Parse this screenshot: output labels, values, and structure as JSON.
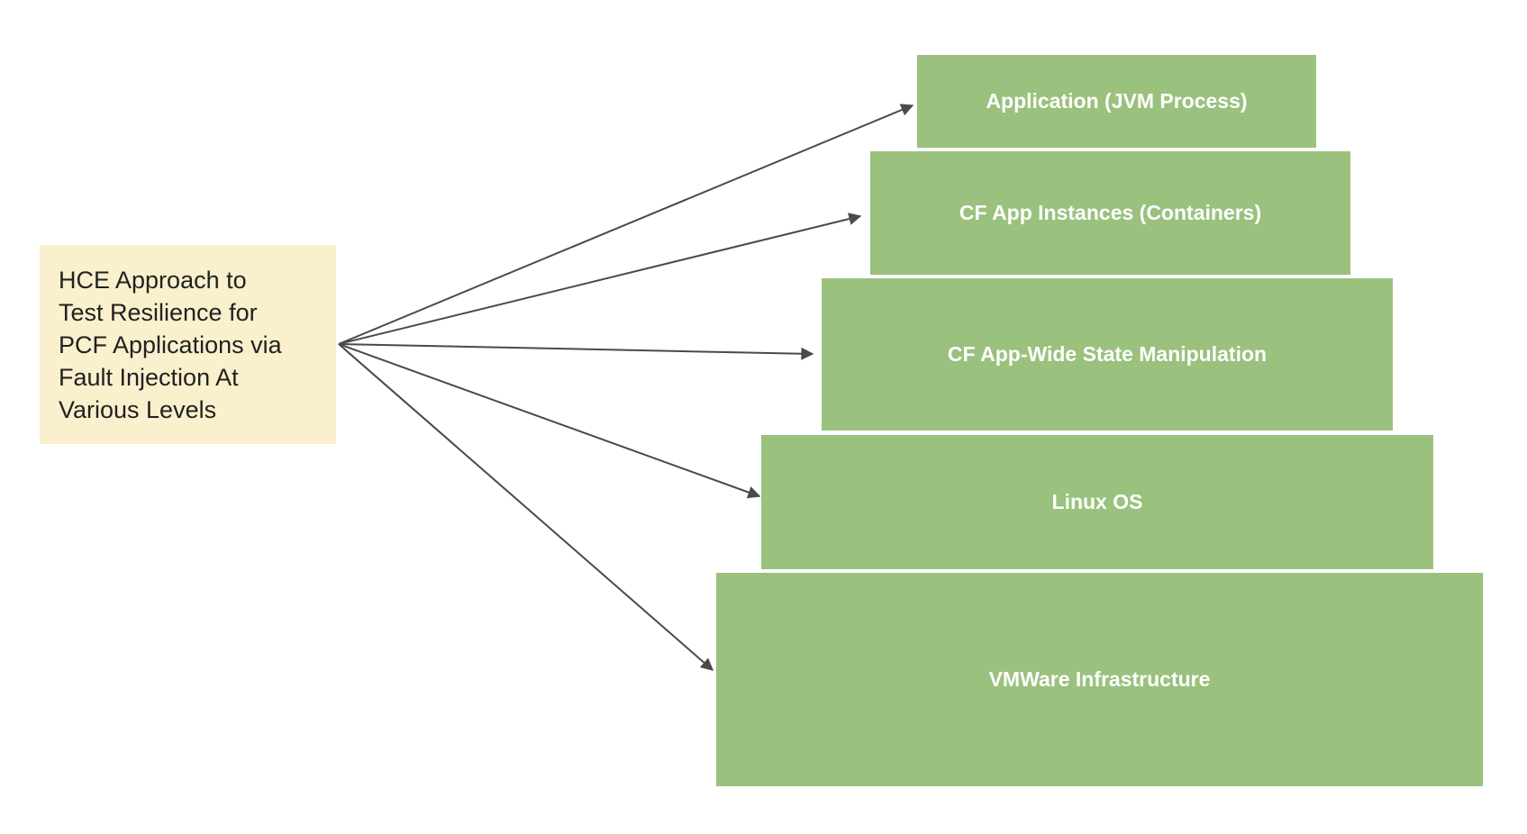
{
  "diagram": {
    "source_box": {
      "lines": [
        "HCE Approach to",
        "Test Resilience for",
        "PCF Applications via",
        "Fault Injection At",
        "Various Levels"
      ]
    },
    "levels": [
      {
        "label": "Application (JVM Process)"
      },
      {
        "label": "CF App Instances (Containers)"
      },
      {
        "label": "CF App-Wide State Manipulation"
      },
      {
        "label": "Linux OS"
      },
      {
        "label": "VMWare Infrastructure"
      }
    ],
    "colors": {
      "source_fill": "#FAF0CD",
      "source_text": "#212121",
      "level_fill": "#9AC17D",
      "level_text": "#FFFFFF",
      "arrow": "#4A4A4A",
      "background": "#FFFFFF"
    }
  }
}
